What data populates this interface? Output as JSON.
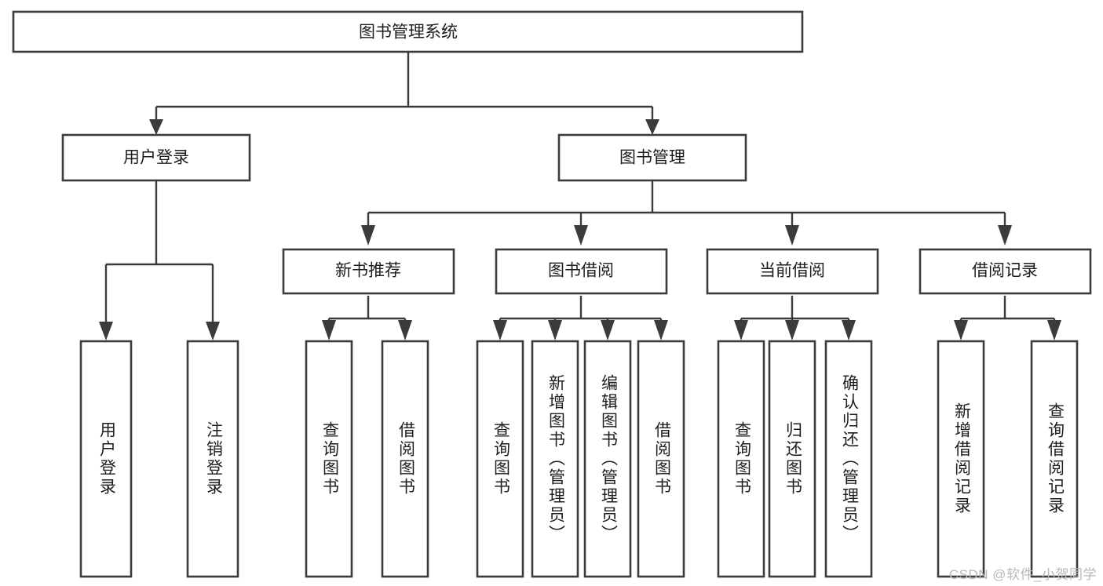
{
  "diagram": {
    "type": "hierarchy-tree",
    "title": "图书管理系统",
    "watermark": "CSDN @软件_小贺同学",
    "colors": {
      "stroke": "#3b3b3b",
      "fill": "#ffffff",
      "text": "#1d1d1d",
      "watermark": "#b9b9b9",
      "background": "#ffffff"
    },
    "levels": {
      "root": "图书管理系统",
      "level2": [
        "用户登录",
        "图书管理"
      ],
      "level3": [
        "新书推荐",
        "图书借阅",
        "当前借阅",
        "借阅记录"
      ]
    },
    "nodes": {
      "root": {
        "label": "图书管理系统",
        "orientation": "horizontal"
      },
      "user_login": {
        "label": "用户登录",
        "orientation": "horizontal"
      },
      "book_manage": {
        "label": "图书管理",
        "orientation": "horizontal"
      },
      "new_book_rec": {
        "label": "新书推荐",
        "orientation": "horizontal"
      },
      "book_borrow": {
        "label": "图书借阅",
        "orientation": "horizontal"
      },
      "current_borrow": {
        "label": "当前借阅",
        "orientation": "horizontal"
      },
      "borrow_record": {
        "label": "借阅记录",
        "orientation": "horizontal"
      },
      "leaf_user_login": {
        "label": "用户登录",
        "orientation": "vertical"
      },
      "leaf_logout": {
        "label": "注销登录",
        "orientation": "vertical"
      },
      "leaf_query_book_1": {
        "label": "查询图书",
        "orientation": "vertical"
      },
      "leaf_borrow_book_1": {
        "label": "借阅图书",
        "orientation": "vertical"
      },
      "leaf_query_book_2": {
        "label": "查询图书",
        "orientation": "vertical"
      },
      "leaf_add_book": {
        "label": "新增图书（管理员）",
        "orientation": "vertical"
      },
      "leaf_edit_book": {
        "label": "编辑图书（管理员）",
        "orientation": "vertical"
      },
      "leaf_borrow_book_2": {
        "label": "借阅图书",
        "orientation": "vertical"
      },
      "leaf_query_book_3": {
        "label": "查询图书",
        "orientation": "vertical"
      },
      "leaf_return_book": {
        "label": "归还图书",
        "orientation": "vertical"
      },
      "leaf_confirm_return": {
        "label": "确认归还（管理员）",
        "orientation": "vertical"
      },
      "leaf_add_record": {
        "label": "新增借阅记录",
        "orientation": "vertical"
      },
      "leaf_query_record": {
        "label": "查询借阅记录",
        "orientation": "vertical"
      }
    },
    "edges": [
      {
        "from": "root",
        "to": "user_login"
      },
      {
        "from": "root",
        "to": "book_manage"
      },
      {
        "from": "user_login",
        "to": "leaf_user_login"
      },
      {
        "from": "user_login",
        "to": "leaf_logout"
      },
      {
        "from": "book_manage",
        "to": "new_book_rec"
      },
      {
        "from": "book_manage",
        "to": "book_borrow"
      },
      {
        "from": "book_manage",
        "to": "current_borrow"
      },
      {
        "from": "book_manage",
        "to": "borrow_record"
      },
      {
        "from": "new_book_rec",
        "to": "leaf_query_book_1"
      },
      {
        "from": "new_book_rec",
        "to": "leaf_borrow_book_1"
      },
      {
        "from": "book_borrow",
        "to": "leaf_query_book_2"
      },
      {
        "from": "book_borrow",
        "to": "leaf_add_book"
      },
      {
        "from": "book_borrow",
        "to": "leaf_edit_book"
      },
      {
        "from": "book_borrow",
        "to": "leaf_borrow_book_2"
      },
      {
        "from": "current_borrow",
        "to": "leaf_query_book_3"
      },
      {
        "from": "current_borrow",
        "to": "leaf_return_book"
      },
      {
        "from": "current_borrow",
        "to": "leaf_confirm_return"
      },
      {
        "from": "borrow_record",
        "to": "leaf_add_record"
      },
      {
        "from": "borrow_record",
        "to": "leaf_query_record"
      }
    ]
  }
}
